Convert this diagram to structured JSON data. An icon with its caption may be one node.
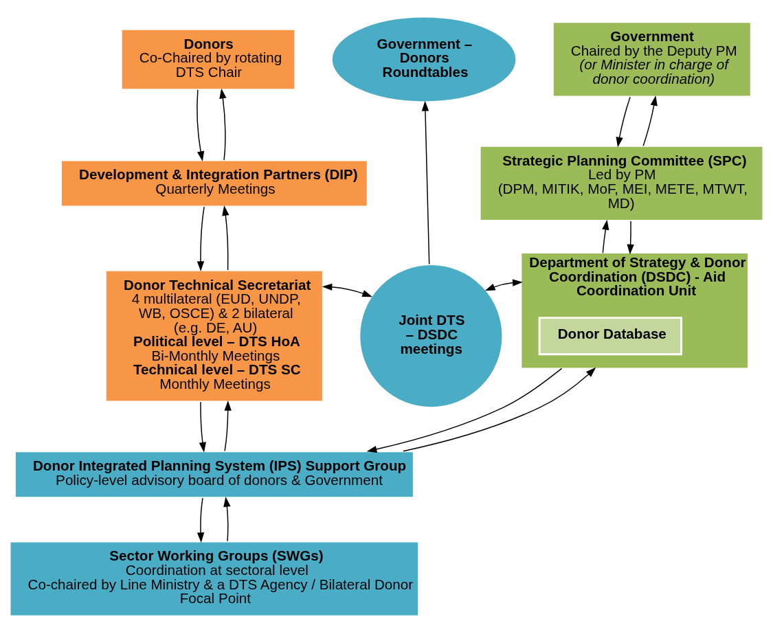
{
  "diagram": {
    "nodes": [
      {
        "text": [
          "Donors",
          "Co-Chaired by rotating DTS Chair"
        ]
      },
      {
        "text": [
          "Government – Donors Roundtables"
        ]
      },
      {
        "text": [
          "Government",
          "Chaired by the Deputy PM",
          "(or Minister in charge of donor coordination)"
        ]
      },
      {
        "text": [
          "Development & Integration Partners (DIP)",
          "Quarterly Meetings"
        ]
      },
      {
        "text": [
          "Strategic Planning Committee (SPC)",
          "Led by PM",
          "(DPM, MITIK, MoF, MEI, METE, MTWT, MD)"
        ]
      },
      {
        "text": [
          "Donor Technical Secretariat",
          "4 multilateral (EUD, UNDP, WB, OSCE) & 2 bilateral (e.g. DE, AU)",
          "Political level – DTS HoA",
          "Bi-Monthly Meetings",
          "Technical level – DTS SC",
          "Monthly Meetings"
        ]
      },
      {
        "text": [
          "Joint DTS – DSDC meetings"
        ]
      },
      {
        "text": [
          "Department of Strategy & Donor Coordination (DSDC) - Aid Coordination Unit"
        ]
      },
      {
        "text": [
          "Donor Database"
        ],
        "in": 7
      },
      {
        "text": [
          "Donor Integrated Planning System (IPS) Support Group",
          "Policy-level advisory board of donors & Government"
        ]
      },
      {
        "text": [
          "Sector Working Groups (SWGs)",
          "Coordination at sectoral level",
          "Co-chaired by Line Ministry & a DTS Agency / Bilateral Donor Focal Point"
        ]
      }
    ],
    "edges": [
      {
        "from": 0,
        "to": 3,
        "arrow": "to"
      },
      {
        "from": 3,
        "to": 0,
        "arrow": "to"
      },
      {
        "from": 3,
        "to": 5,
        "arrow": "to"
      },
      {
        "from": 5,
        "to": 3,
        "arrow": "to"
      },
      {
        "from": 2,
        "to": 4,
        "arrow": "to"
      },
      {
        "from": 4,
        "to": 2,
        "arrow": "to"
      },
      {
        "from": 4,
        "to": 7,
        "arrow": "to"
      },
      {
        "from": 7,
        "to": 4,
        "arrow": "to"
      },
      {
        "from": 6,
        "to": 1,
        "arrow": "to"
      },
      {
        "from": 5,
        "to": 6,
        "arrow": "both"
      },
      {
        "from": 6,
        "to": 7,
        "arrow": "both"
      },
      {
        "from": 5,
        "to": 9,
        "arrow": "to"
      },
      {
        "from": 9,
        "to": 5,
        "arrow": "to"
      },
      {
        "from": 7,
        "to": 9,
        "arrow": "to"
      },
      {
        "from": 9,
        "to": 7,
        "arrow": "to"
      },
      {
        "from": 9,
        "to": 10,
        "arrow": "to"
      },
      {
        "from": 10,
        "to": 9,
        "arrow": "to"
      }
    ]
  }
}
